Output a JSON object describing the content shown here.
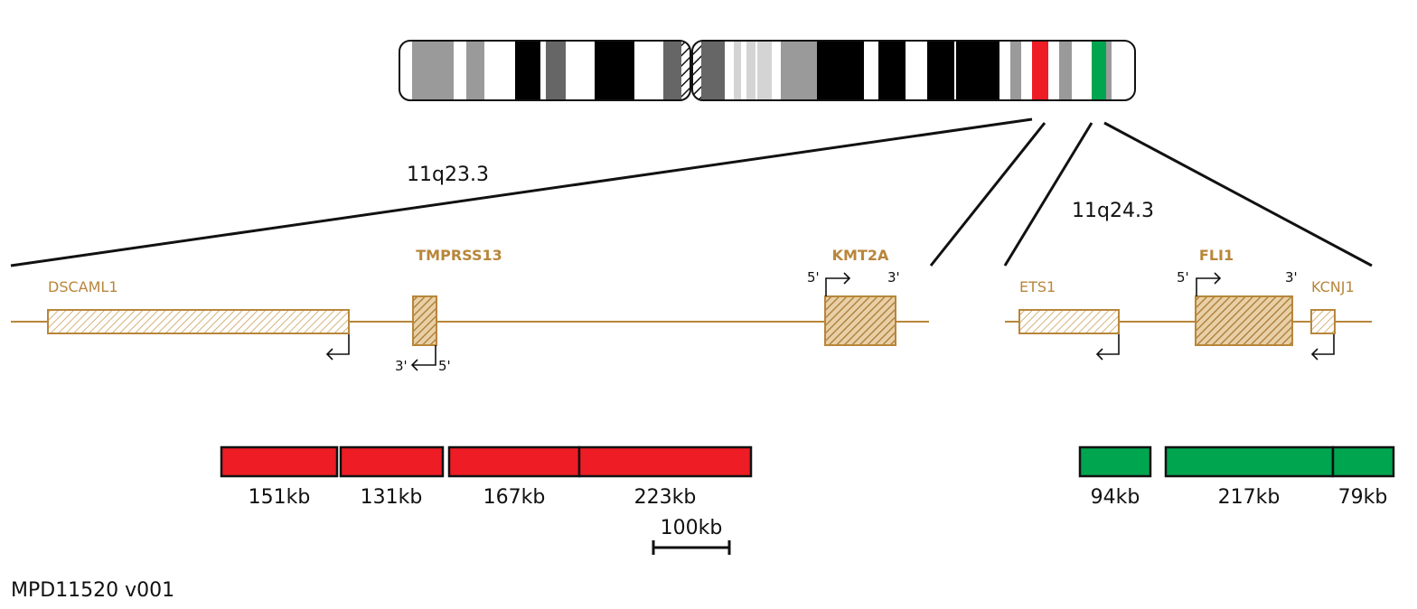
{
  "colors": {
    "gene": "#b8863b",
    "probe_red": "#ee1c25",
    "probe_green": "#00a54f",
    "band_red": "#ee1c25",
    "band_green": "#00a54f"
  },
  "regions": {
    "left": "11q23.3",
    "right": "11q24.3"
  },
  "genes": {
    "dscaml1": "DSCAML1",
    "tmprss13": "TMPRSS13",
    "kmt2a": "KMT2A",
    "ets1": "ETS1",
    "fli1": "FLI1",
    "kcnj1": "KCNJ1"
  },
  "ends": {
    "five": "5'",
    "three": "3'"
  },
  "probes": {
    "red": [
      "151kb",
      "131kb",
      "167kb",
      "223kb"
    ],
    "green": [
      "94kb",
      "217kb",
      "79kb"
    ]
  },
  "scale_bar": "100kb",
  "reference": "MPD11520 v001"
}
